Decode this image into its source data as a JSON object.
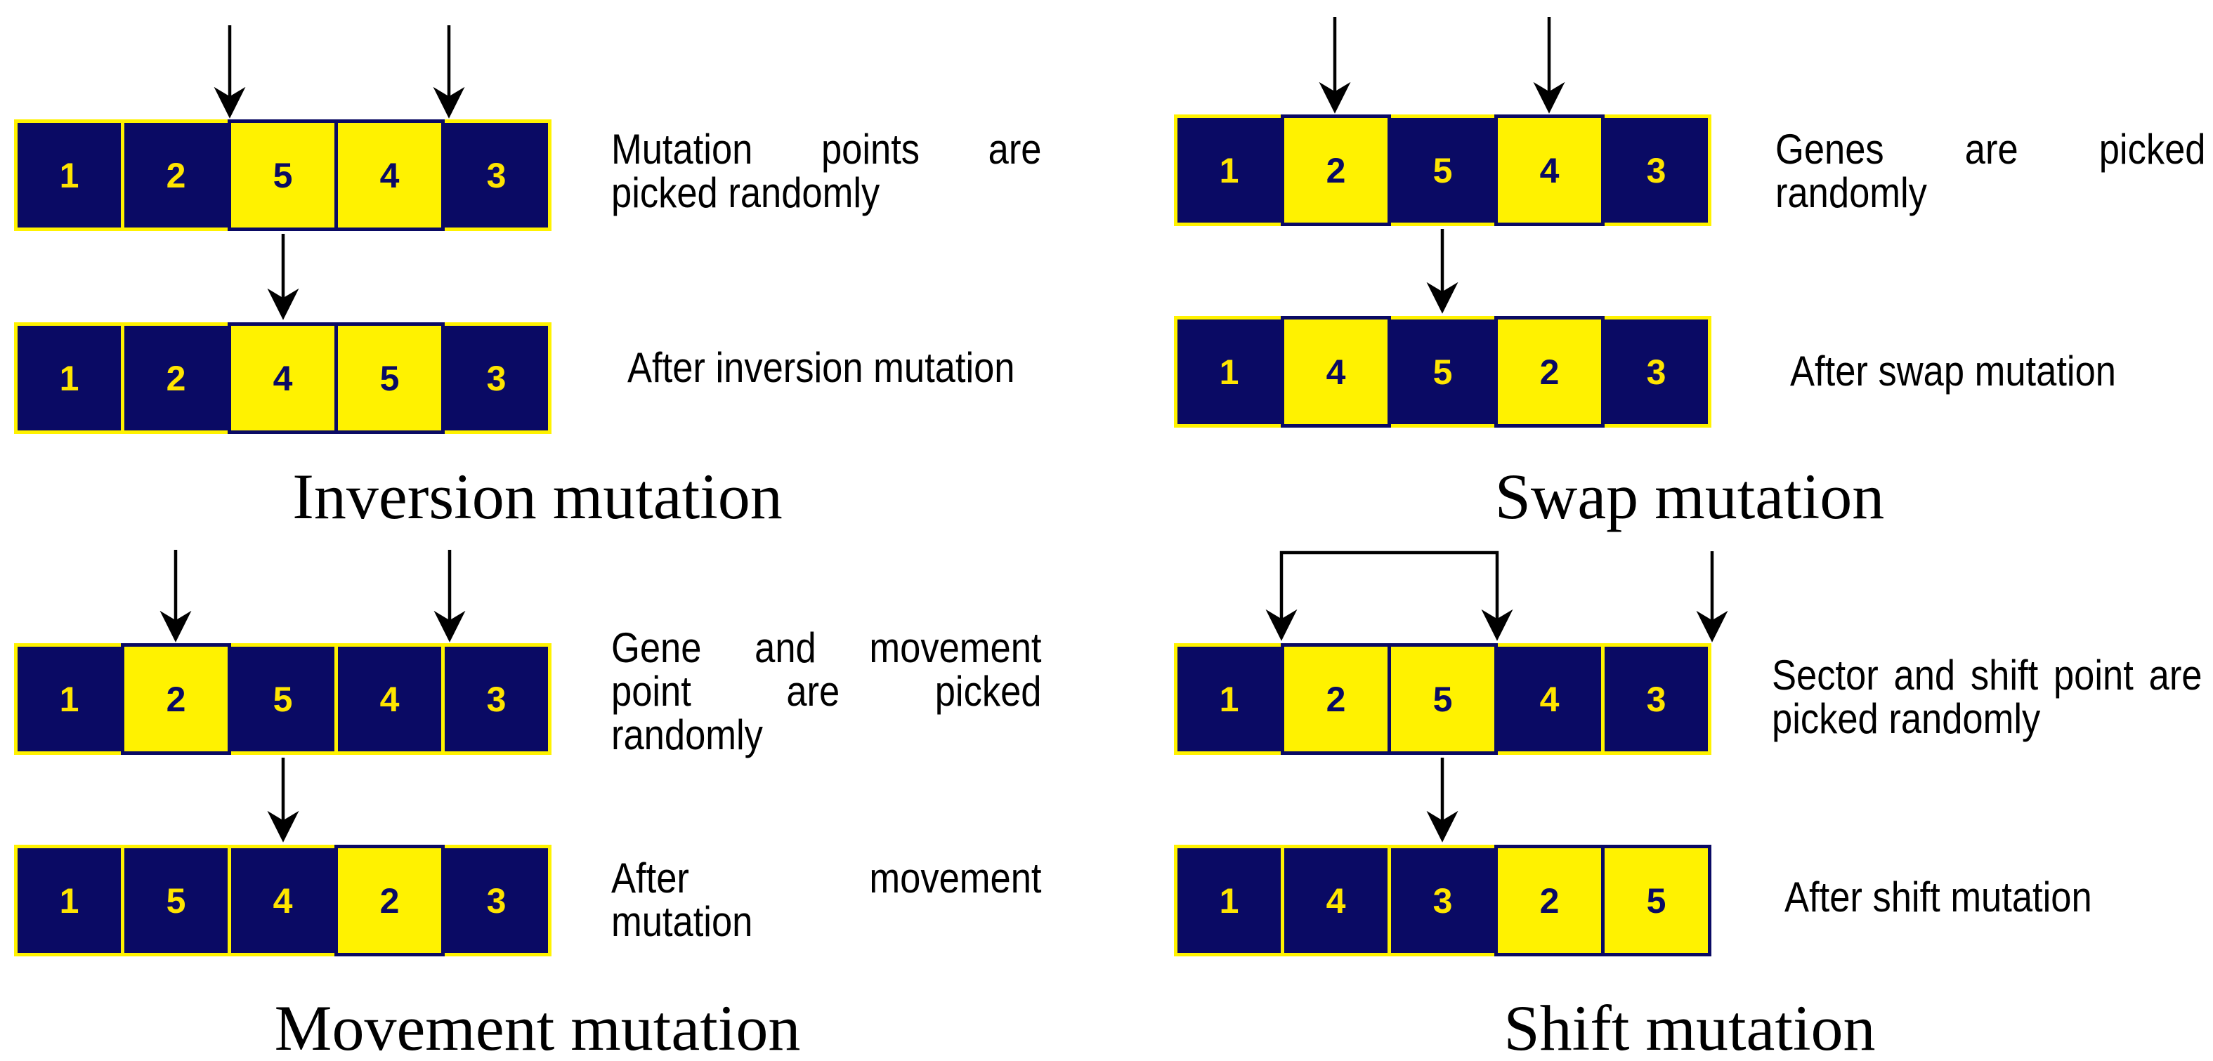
{
  "colors": {
    "background": "#ffffff",
    "navy": "#0a0a64",
    "yellow": "#fff200",
    "digit_yellow": "#ffe500",
    "arrow": "#000000"
  },
  "quadrants": [
    {
      "id": "inversion",
      "caption": "Inversion mutation",
      "note1_lines": [
        "Mutation points are",
        "picked randomly"
      ],
      "note2_lines": [
        "After inversion mutation"
      ],
      "arrows": [
        "mutation-point-arrow-left",
        "mutation-point-arrow-right",
        "transition-arrow"
      ],
      "row1": [
        {
          "value": "1",
          "variant": "navy"
        },
        {
          "value": "2",
          "variant": "navy"
        },
        {
          "value": "5",
          "variant": "yellow"
        },
        {
          "value": "4",
          "variant": "yellow"
        },
        {
          "value": "3",
          "variant": "navy"
        }
      ],
      "row2": [
        {
          "value": "1",
          "variant": "navy"
        },
        {
          "value": "2",
          "variant": "navy"
        },
        {
          "value": "4",
          "variant": "yellow"
        },
        {
          "value": "5",
          "variant": "yellow"
        },
        {
          "value": "3",
          "variant": "navy"
        }
      ]
    },
    {
      "id": "swap",
      "caption": "Swap mutation",
      "note1_lines": [
        "Genes are picked",
        "randomly"
      ],
      "note2_lines": [
        "After swap mutation"
      ],
      "arrows": [
        "picked-gene-arrow-left",
        "picked-gene-arrow-right",
        "transition-arrow"
      ],
      "row1": [
        {
          "value": "1",
          "variant": "navy"
        },
        {
          "value": "2",
          "variant": "yellow"
        },
        {
          "value": "5",
          "variant": "navy"
        },
        {
          "value": "4",
          "variant": "yellow"
        },
        {
          "value": "3",
          "variant": "navy"
        }
      ],
      "row2": [
        {
          "value": "1",
          "variant": "navy"
        },
        {
          "value": "4",
          "variant": "yellow"
        },
        {
          "value": "5",
          "variant": "navy"
        },
        {
          "value": "2",
          "variant": "yellow"
        },
        {
          "value": "3",
          "variant": "navy"
        }
      ]
    },
    {
      "id": "movement",
      "caption": "Movement mutation",
      "note1_lines": [
        "Gene and movement",
        "point are picked",
        "randomly"
      ],
      "note2_lines": [
        "After movement",
        "mutation"
      ],
      "arrows": [
        "picked-gene-arrow",
        "movement-point-arrow",
        "transition-arrow"
      ],
      "row1": [
        {
          "value": "1",
          "variant": "navy"
        },
        {
          "value": "2",
          "variant": "yellow"
        },
        {
          "value": "5",
          "variant": "navy"
        },
        {
          "value": "4",
          "variant": "navy"
        },
        {
          "value": "3",
          "variant": "navy"
        }
      ],
      "row2": [
        {
          "value": "1",
          "variant": "navy"
        },
        {
          "value": "5",
          "variant": "navy"
        },
        {
          "value": "4",
          "variant": "navy"
        },
        {
          "value": "2",
          "variant": "yellow"
        },
        {
          "value": "3",
          "variant": "navy"
        }
      ]
    },
    {
      "id": "shift",
      "caption": "Shift mutation",
      "note1_lines": [
        "Sector and shift point are",
        "picked randomly"
      ],
      "note2_lines": [
        "After shift mutation"
      ],
      "arrows": [
        "sector-bracket-arrows",
        "shift-point-arrow",
        "transition-arrow"
      ],
      "row1": [
        {
          "value": "1",
          "variant": "navy"
        },
        {
          "value": "2",
          "variant": "yellow"
        },
        {
          "value": "5",
          "variant": "yellow"
        },
        {
          "value": "4",
          "variant": "navy"
        },
        {
          "value": "3",
          "variant": "navy"
        }
      ],
      "row2": [
        {
          "value": "1",
          "variant": "navy"
        },
        {
          "value": "4",
          "variant": "navy"
        },
        {
          "value": "3",
          "variant": "navy"
        },
        {
          "value": "2",
          "variant": "yellow"
        },
        {
          "value": "5",
          "variant": "yellow"
        }
      ]
    }
  ]
}
